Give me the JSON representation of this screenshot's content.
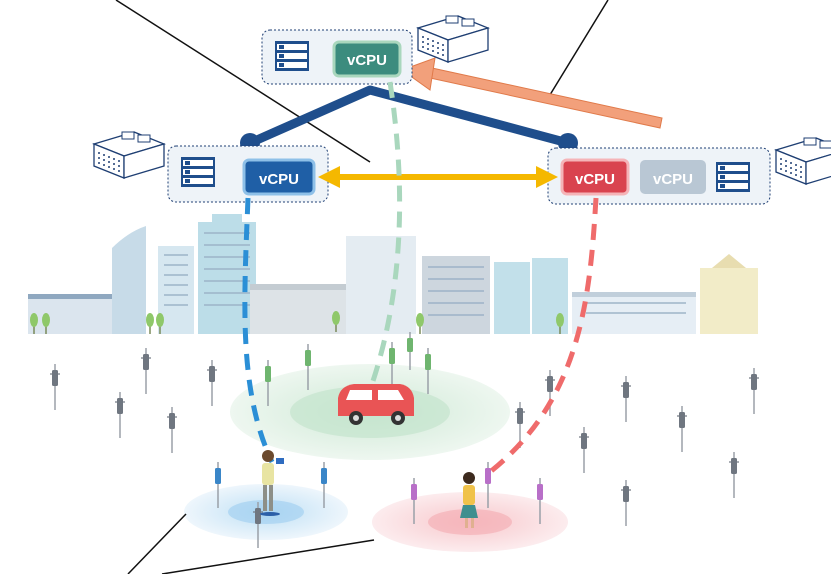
{
  "servers": {
    "top": {
      "labels": [
        "vCPU"
      ]
    },
    "left": {
      "labels": [
        "vCPU"
      ]
    },
    "right": {
      "labels": [
        "vCPU",
        "vCPU"
      ]
    }
  },
  "colors": {
    "network_blue": "#1f4e8c",
    "vcpu_blue": "#1f5fa6",
    "vcpu_green": "#3c8c7e",
    "vcpu_red": "#d9434f",
    "vcpu_grey": "#b9c7d4",
    "arrow_yellow": "#f5b800",
    "arrow_orange": "#f2a07b",
    "link_blue": "#2b8fd6",
    "link_green": "#a9d7bd",
    "link_red": "#ef6b6b",
    "car": "#e95455"
  },
  "icons": [
    "server-rack-icon",
    "data-center-icon",
    "antenna-icon",
    "car-icon",
    "person-icon",
    "tree-icon"
  ]
}
